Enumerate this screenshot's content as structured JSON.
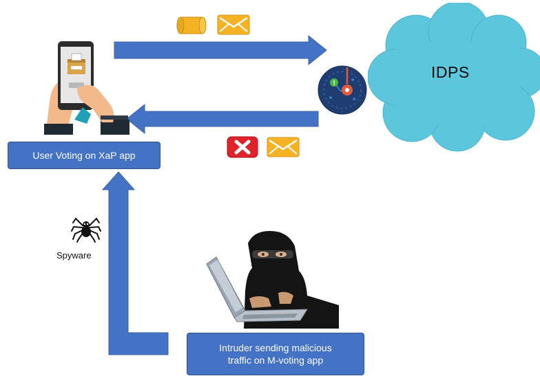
{
  "user_box": {
    "text": "User Voting on XaP app"
  },
  "intruder_box": {
    "text": "Intruder sending malicious\ntraffic on M-voting app"
  },
  "cloud": {
    "label": "IDPS"
  },
  "spyware": {
    "label": "Spyware"
  },
  "colors": {
    "arrow": "#4472c4",
    "box_fill": "#4472c4",
    "cloud_fill": "#5cc6dc",
    "envelope": "#f5b324",
    "cylinder": "#f5b324",
    "reject": "#e0232b",
    "sensor_ring": "#1f3d70"
  },
  "icons": [
    "smartphone-vote-icon",
    "database-cylinder-icon",
    "envelope-icon",
    "reject-x-icon",
    "network-sensor-icon",
    "spider-icon",
    "hacker-illustration"
  ]
}
